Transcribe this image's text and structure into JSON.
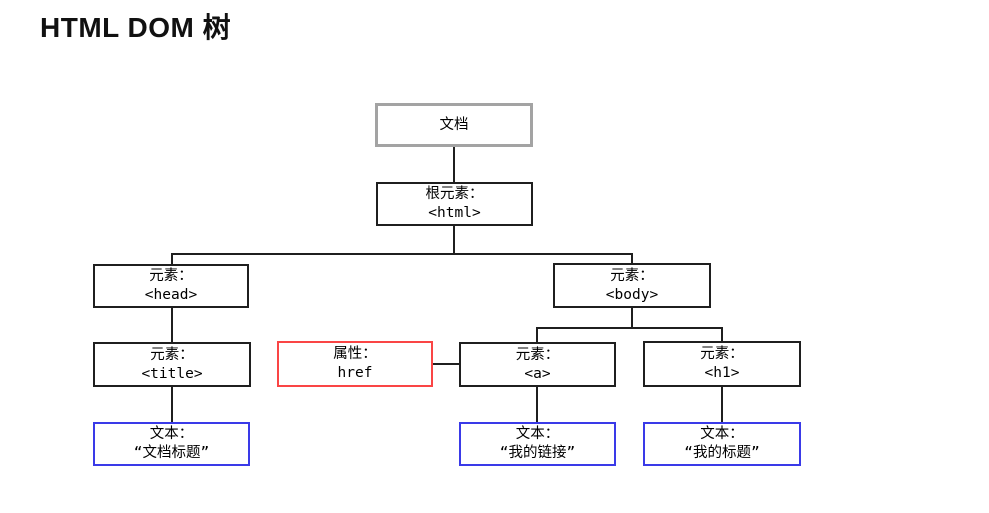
{
  "page_title": "HTML DOM 树",
  "colors": {
    "background": "#ffffff",
    "element_border": "#1f1f1f",
    "document_border": "#a3a3a3",
    "attribute_border": "#fa4545",
    "text_node_border": "#3a3ae8",
    "connector": "#1f1f1f",
    "title_text": "#111111"
  },
  "nodes": {
    "document": {
      "line1": "文档",
      "line2": ""
    },
    "html": {
      "line1": "根元素：",
      "line2": "<html>"
    },
    "head": {
      "line1": "元素：",
      "line2": "<head>"
    },
    "body": {
      "line1": "元素：",
      "line2": "<body>"
    },
    "title": {
      "line1": "元素：",
      "line2": "<title>"
    },
    "href_attr": {
      "line1": "属性：",
      "line2": "href"
    },
    "a": {
      "line1": "元素：",
      "line2": "<a>"
    },
    "h1": {
      "line1": "元素：",
      "line2": "<h1>"
    },
    "title_text": {
      "line1": "文本：",
      "line2": "“文档标题”"
    },
    "a_text": {
      "line1": "文本：",
      "line2": "“我的链接”"
    },
    "h1_text": {
      "line1": "文本：",
      "line2": "“我的标题”"
    }
  }
}
